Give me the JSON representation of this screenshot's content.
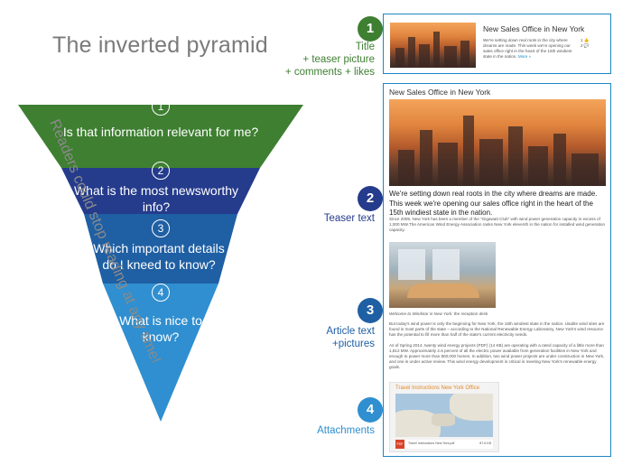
{
  "title": "The inverted pyramid",
  "pyramid": {
    "levels": [
      {
        "num": "1",
        "text": "Is that information relevant for me?",
        "color": "#3e7f31"
      },
      {
        "num": "2",
        "text": "What is the most newsworthy info?",
        "color": "#253b8c"
      },
      {
        "num": "3",
        "text": "Which important details do I kneed to know?",
        "color": "#1f5fa3"
      },
      {
        "num": "4",
        "text": "What is nice to know?",
        "color": "#2f8fd0"
      }
    ],
    "side_text": "Readers could stop reading at any time!"
  },
  "callouts": [
    {
      "num": "1",
      "label": "Title\n+ teaser picture\n+ comments + likes",
      "color": "#3e7f31"
    },
    {
      "num": "2",
      "label": "Teaser text",
      "color": "#253b8c"
    },
    {
      "num": "3",
      "label": "Article text\n+pictures",
      "color": "#1f5fa3"
    },
    {
      "num": "4",
      "label": "Attachments",
      "color": "#2f8fd0"
    }
  ],
  "preview_card": {
    "headline": "New Sales Office in New York",
    "snippet": "We're setting down real roots in the city where dreams are made. This week we're opening our sales office right in the heart of the 15th windiest state in the nation.",
    "more": "More »",
    "likes": "1",
    "comments": "2"
  },
  "article": {
    "headline": "New Sales Office in New York",
    "teaser": "We're setting down real roots in the city where dreams are made. This week we're opening our sales office right in the heart of the 15th windiest state in the nation.",
    "para1": "Since 2009, New York has been a member of the \"Gigawatt Club\" with wind power generation capacity in excess of 1,000 MW.The American Wind Energy Association ranks New York eleventh in the nation for installed wind generation capacity.",
    "caption": "Welcome to Windstar in New York: the reception desk",
    "para2": "But today's wind power is only the beginning for New York, the 15th windiest state in the nation. Usable wind sites are found in most parts of the state – according to the National Renewable Energy Laboratory, New York's wind resource has the potential to fill more than half of the state's current electricity needs.",
    "para3": "As of Spring 2014, twenty wind energy projects (PDF) (14 KB) are operating with a rated capacity of a little more than 1,812 MW. Approximately 2.6 percent of all the electric power available from generation facilities in New York and enough to power more than 800,000 homes. In addition, two wind power projects are under construction in New York, and one is under active review. This wind energy development is critical in meeting New York's renewable energy goals.",
    "attachment_title": "Travel Instructions New York Office",
    "file_badge": "PDF",
    "file_name": "Travel Instructions New York.pdf",
    "file_size": "87.6 KB"
  }
}
